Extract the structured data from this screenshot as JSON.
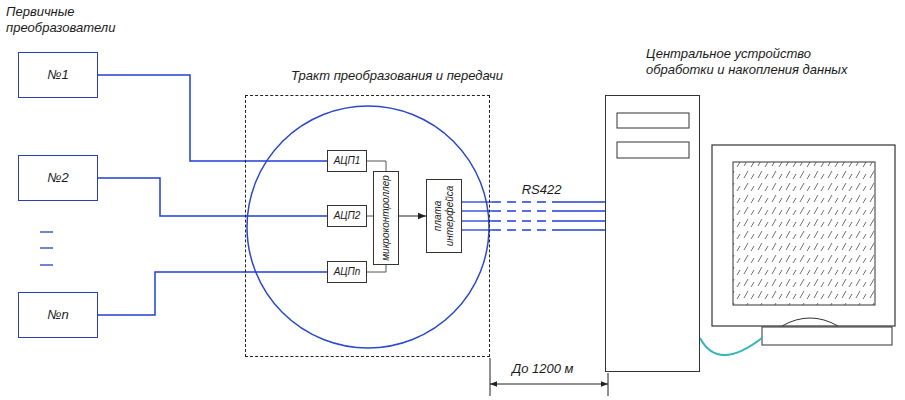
{
  "diagram": {
    "nodes": [
      {
        "text": [
          "№1"
        ]
      },
      {
        "text": [
          "№2"
        ]
      },
      {
        "text": [
          "№n"
        ]
      },
      {
        "text": [
          "Тракт преобразования и передачи"
        ]
      },
      {
        "text": [
          "АЦП1"
        ],
        "in": 3
      },
      {
        "text": [
          "АЦП2"
        ],
        "in": 3
      },
      {
        "text": [
          "АЦПn"
        ],
        "in": 3
      },
      {
        "text": [
          "микроконтроллер"
        ],
        "in": 3
      },
      {
        "text": [
          "плата интерфейса"
        ],
        "in": 3
      },
      {
        "text": [
          "Центральное устройство обработки и накопления данных"
        ]
      }
    ],
    "edges": [
      {
        "from": 0,
        "to": 4,
        "arrow": "none"
      },
      {
        "from": 1,
        "to": 5,
        "arrow": "none"
      },
      {
        "from": 2,
        "to": 6,
        "arrow": "none"
      },
      {
        "from": 4,
        "to": 7,
        "arrow": "none"
      },
      {
        "from": 5,
        "to": 7,
        "arrow": "none"
      },
      {
        "from": 6,
        "to": 7,
        "arrow": "none"
      },
      {
        "from": 7,
        "to": 8,
        "arrow": "to"
      },
      {
        "from": 8,
        "to": 9,
        "label": "RS422",
        "arrow": "none"
      }
    ],
    "labels": [
      "Первичные преобразователи",
      "До 1200 м"
    ]
  }
}
